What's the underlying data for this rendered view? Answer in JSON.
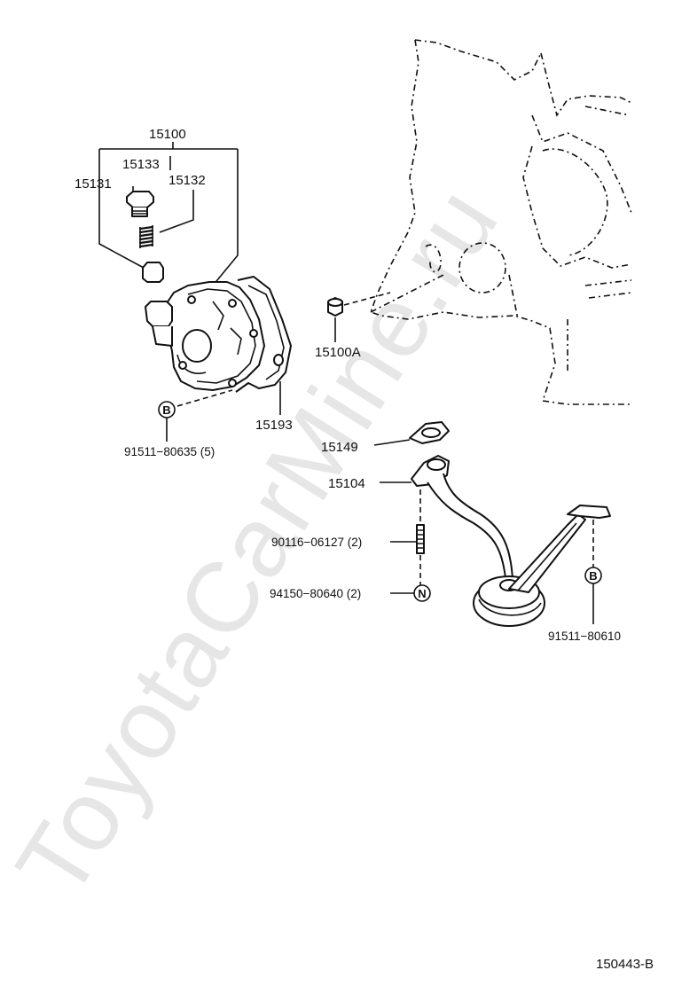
{
  "watermark": "ToyotaCarMine.ru",
  "diagram_id": "150443-B",
  "parts": [
    {
      "key": "p15100",
      "number": "15100"
    },
    {
      "key": "p15133",
      "number": "15133"
    },
    {
      "key": "p15131",
      "number": "15131"
    },
    {
      "key": "p15132",
      "number": "15132"
    },
    {
      "key": "p15100A",
      "number": "15100A"
    },
    {
      "key": "p15193",
      "number": "15193"
    },
    {
      "key": "p91511_80635",
      "number": "91511−80635 (5)"
    },
    {
      "key": "p15149",
      "number": "15149"
    },
    {
      "key": "p15104",
      "number": "15104"
    },
    {
      "key": "p90116",
      "number": "90116−06127 (2)"
    },
    {
      "key": "p94150",
      "number": "94150−80640 (2)"
    },
    {
      "key": "p91511_80610",
      "number": "91511−80610"
    }
  ],
  "markers": {
    "b_left": "B",
    "b_right": "B",
    "n": "N"
  }
}
